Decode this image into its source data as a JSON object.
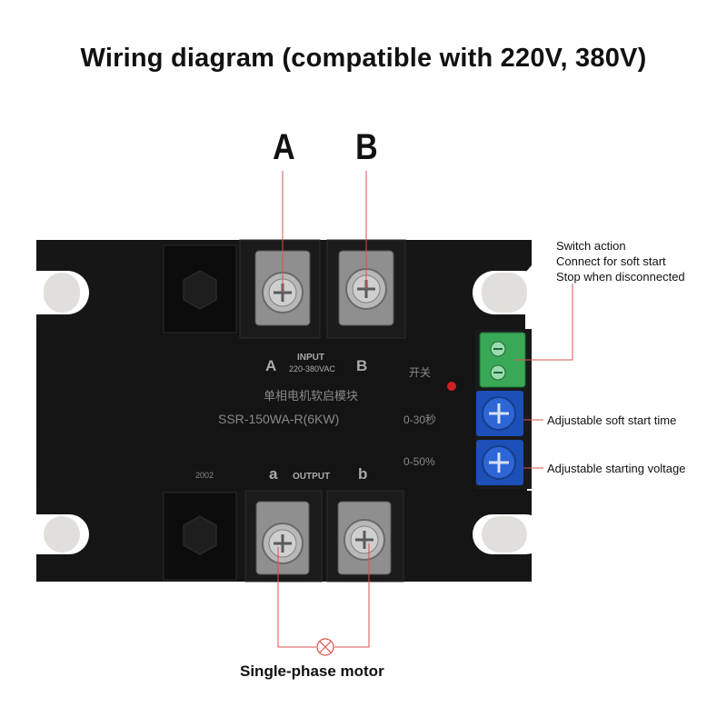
{
  "title": "Wiring diagram (compatible with 220V, 380V)",
  "terminal_letters": {
    "top_left": "A",
    "top_right": "B"
  },
  "switch_callout": [
    "Switch action",
    "Connect for soft start",
    "Stop when disconnected"
  ],
  "time_callout": "Adjustable soft start time",
  "voltage_callout": "Adjustable starting voltage",
  "motor_label": "Single-phase motor",
  "module": {
    "input_a": "A",
    "input_label": "INPUT",
    "input_b": "B",
    "input_voltage": "220-380VAC",
    "chinese_name": "单相电机软启模块",
    "model": "SSR-150WA-R(6KW)",
    "switch_cn": "开关",
    "time_range": "0-30秒",
    "voltage_range": "0-50%",
    "output_a": "a",
    "output_label": "OUTPUT",
    "output_b": "b",
    "code": "2002"
  },
  "colors": {
    "body": "#121212",
    "wire": "#d9534f",
    "pot": "#1c4fb8",
    "terminal_green": "#39a857",
    "led": "#d21f1f"
  }
}
